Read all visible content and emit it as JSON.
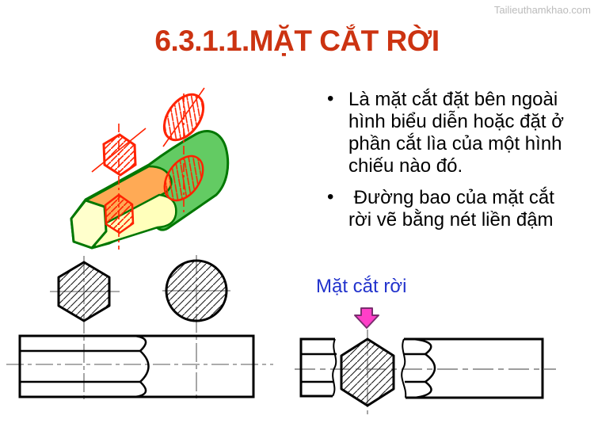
{
  "watermark": "Tailieuthamkhao.com",
  "title": "6.3.1.1.MẶT CẮT RỜI",
  "bullets": [
    "Là mặt cắt đặt bên ngoài\nhình biểu diễn hoặc đặt ở\nphần cắt lìa của một hình\nchiếu nào đó.",
    " Đường bao của mặt cắt\nrời vẽ bằng nét liền đậm"
  ],
  "figure_label": "Mặt cắt rời",
  "bullet_marker": "•",
  "colors": {
    "title": "#CC3311",
    "watermark": "#BBBBBB",
    "label_blue": "#2233CC",
    "section_red": "#FF2200",
    "body_green": "#63CB63",
    "outline_green": "#007700",
    "face_yellow": "#FFFFCC",
    "tongue_yellow": "#FFFFBB",
    "flat_orange": "#FFAA55",
    "centerline_gray": "#909090",
    "arrow_magenta": "#FF3FC8",
    "drawing_black": "#000000"
  }
}
